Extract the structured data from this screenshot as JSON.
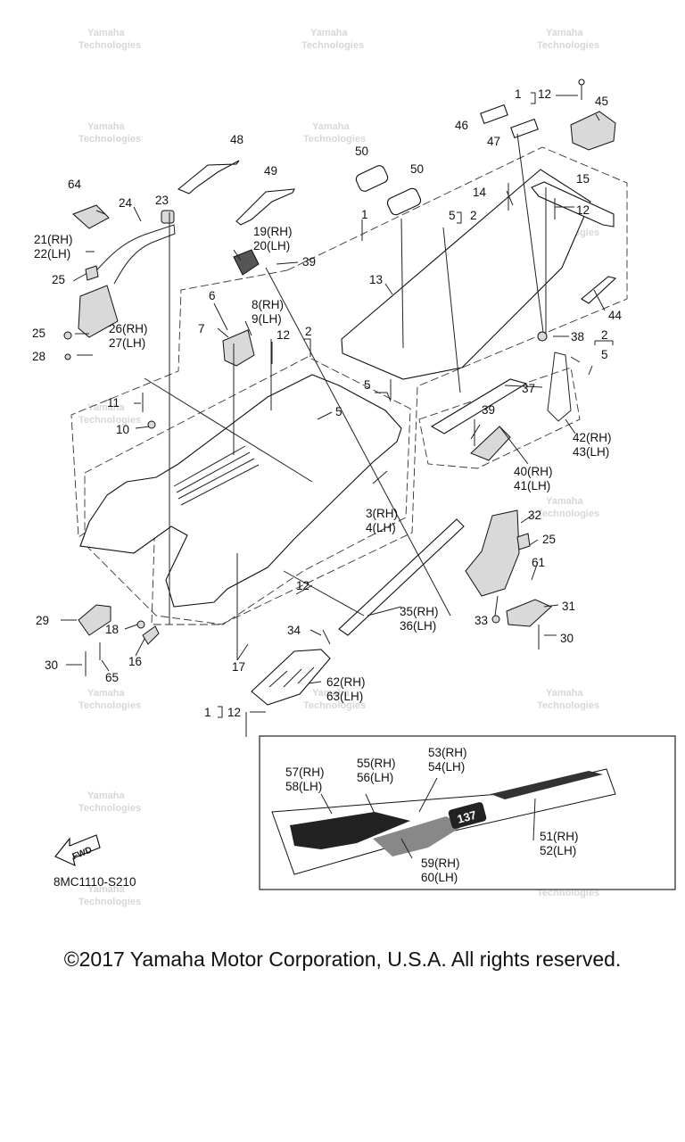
{
  "watermark": {
    "line1": "Yamaha",
    "line2": "Technologies"
  },
  "callouts": {
    "c1_12_top": "1",
    "c12_top": "12",
    "c45": "45",
    "c46": "46",
    "c47": "47",
    "c48": "48",
    "c49": "49",
    "c50a": "50",
    "c50b": "50",
    "c64": "64",
    "c24": "24",
    "c23": "23",
    "c21": "21(RH)",
    "c22": "22(LH)",
    "c25a": "25",
    "c19": "19(RH)",
    "c20": "20(LH)",
    "c39a": "39",
    "c1a": "1",
    "c14": "14",
    "c5a": "5",
    "c2a": "2",
    "c12a": "12",
    "c15": "15",
    "c13": "13",
    "c6": "6",
    "c8": "8(RH)",
    "c9": "9(LH)",
    "c7": "7",
    "c12b": "12",
    "c26": "26(RH)",
    "c27": "27(LH)",
    "c25b": "25",
    "c28": "28",
    "c44": "44",
    "c38": "38",
    "c2b": "2",
    "c5b": "5",
    "c2c": "2",
    "c5c": "5",
    "c37": "37",
    "c11": "11",
    "c10": "10",
    "c5d": "5",
    "c39b": "39",
    "c42": "42(RH)",
    "c43": "43(LH)",
    "c40": "40(RH)",
    "c41": "41(LH)",
    "c3": "3(RH)",
    "c4": "4(LH)",
    "c32": "32",
    "c25c": "25",
    "c61": "61",
    "c12c": "12",
    "c35": "35(RH)",
    "c36": "36(LH)",
    "c31": "31",
    "c33": "33",
    "c30a": "30",
    "c29": "29",
    "c18": "18",
    "c34": "34",
    "c16": "16",
    "c30b": "30",
    "c65": "65",
    "c17": "17",
    "c62": "62(RH)",
    "c63": "63(LH)",
    "c1b": "1",
    "c12d": "12",
    "c53": "53(RH)",
    "c54": "54(LH)",
    "c55": "55(RH)",
    "c56": "56(LH)",
    "c57": "57(RH)",
    "c58": "58(LH)",
    "c51": "51(RH)",
    "c52": "52(LH)",
    "c59": "59(RH)",
    "c60": "60(LH)",
    "decal_badge": "137"
  },
  "fwd_label": "FWD",
  "diagram_code": "8MC1110-S210",
  "copyright": "©2017 Yamaha Motor Corporation, U.S.A. All rights reserved."
}
